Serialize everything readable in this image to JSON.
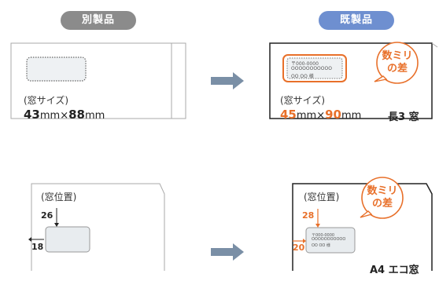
{
  "labels": {
    "custom": "別製品",
    "ready": "既製品"
  },
  "top_left": {
    "caption": "(窓サイズ)",
    "w": "43",
    "h": "88",
    "unit": "mm",
    "times": "×"
  },
  "top_right": {
    "caption": "(窓サイズ)",
    "w": "45",
    "h": "90",
    "unit": "mm",
    "times": "×",
    "model": "長3 窓",
    "bubble_line1": "数ミリ",
    "bubble_line2": "の差",
    "address_zip": "〒000-0000",
    "address_line": "OOOOOOOOOOO",
    "address_name": "OO OO 様"
  },
  "bottom_left": {
    "caption": "(窓位置)",
    "top_offset": "26",
    "left_offset": "18"
  },
  "bottom_right": {
    "caption": "(窓位置)",
    "top_offset": "28",
    "left_offset": "20",
    "model": "A4 エコ窓",
    "bubble_line1": "数ミリ",
    "bubble_line2": "の差",
    "address_zip": "〒000-0000",
    "address_line": "OOOOOOOOOOO",
    "address_name": "OO OO 様"
  },
  "colors": {
    "gray_pill": "#8b8b8b",
    "blue_pill": "#6e8fd0",
    "accent": "#e8702a",
    "arrow": "#7a8fa6"
  }
}
